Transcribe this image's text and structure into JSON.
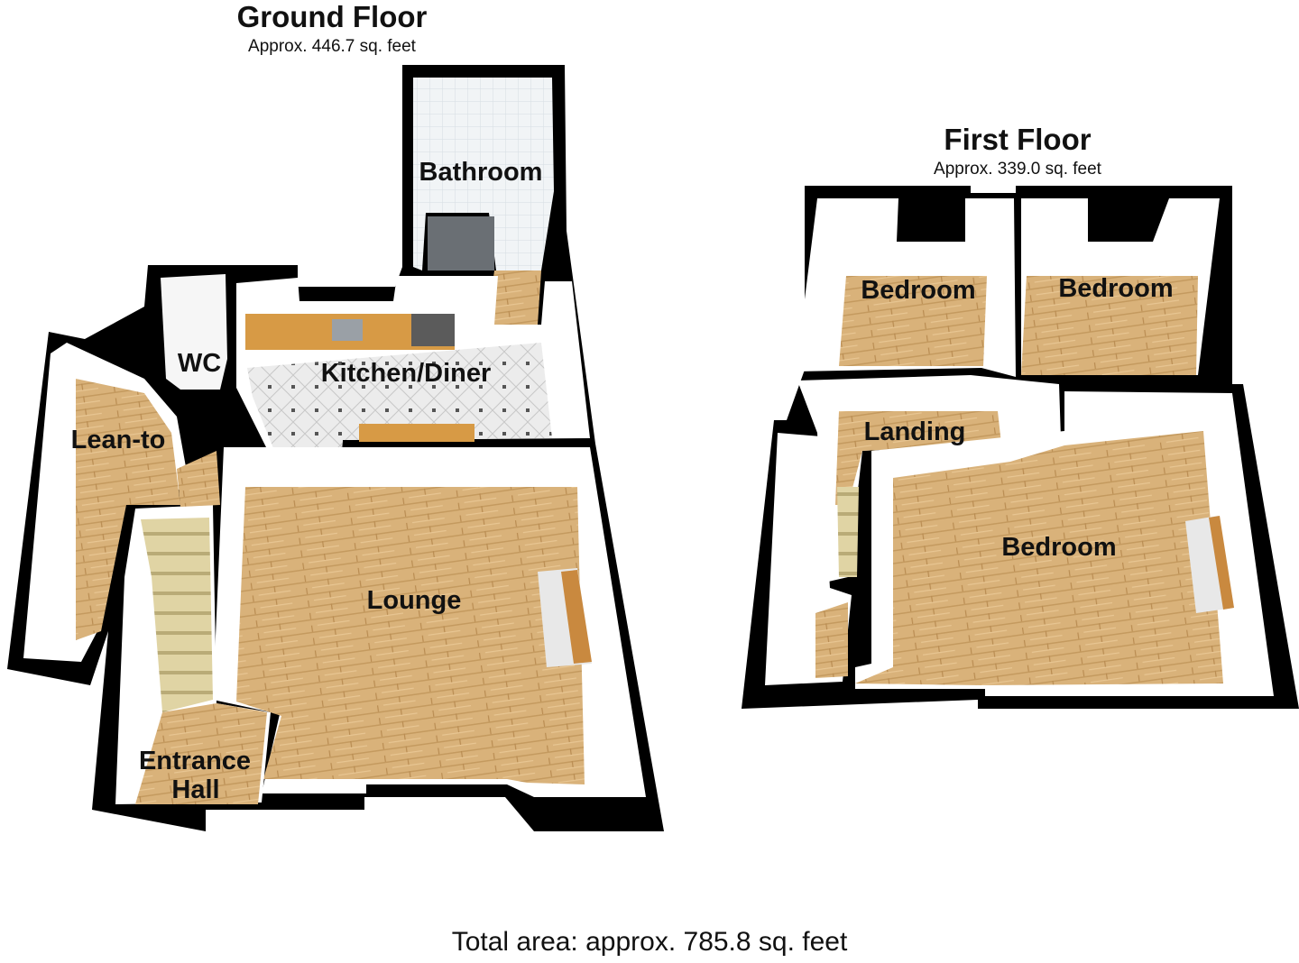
{
  "ground_floor": {
    "title": "Ground Floor",
    "area": "Approx. 446.7 sq. feet",
    "rooms": {
      "bathroom": "Bathroom",
      "wc": "WC",
      "kitchen_diner": "Kitchen/Diner",
      "lean_to": "Lean-to",
      "lounge": "Lounge",
      "entrance_hall_1": "Entrance",
      "entrance_hall_2": "Hall"
    }
  },
  "first_floor": {
    "title": "First Floor",
    "area": "Approx. 339.0 sq. feet",
    "rooms": {
      "bedroom_left": "Bedroom",
      "bedroom_right": "Bedroom",
      "landing": "Landing",
      "bedroom_main": "Bedroom"
    }
  },
  "total_area": "Total area: approx. 785.8 sq. feet",
  "colors": {
    "wall": "#000000",
    "floor_wood": "#d9b27a",
    "floor_tile": "#e4e4e4",
    "inner_wall": "#ffffff",
    "window": "#cfe6ea"
  }
}
